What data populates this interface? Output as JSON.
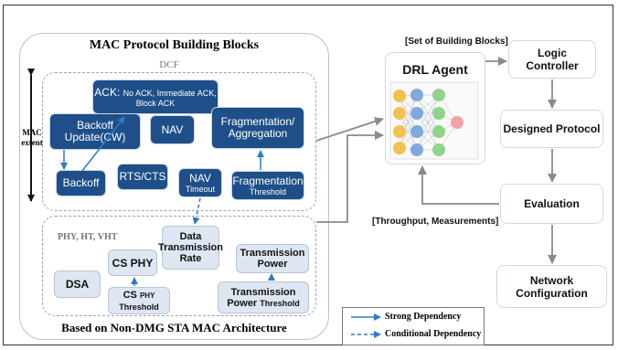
{
  "mac": {
    "title": "MAC Protocol Building Blocks",
    "dcf_label": "DCF",
    "phy_label": "PHY, HT, VHT",
    "extent_label_1": "MAC",
    "extent_label_2": "extent",
    "footer": "Based on Non-DMG STA MAC Architecture",
    "blocks": {
      "ack": {
        "main": "ACK:",
        "detail": "No ACK, Immediate ACK,",
        "detail2": "Block ACK"
      },
      "backoff_update": {
        "line1": "Backoff",
        "line2": "Update(CW)"
      },
      "nav": "NAV",
      "fragmentation": {
        "line1": "Fragmentation/",
        "line2": "Aggregation"
      },
      "backoff": "Backoff",
      "rts_cts": "RTS/CTS",
      "nav_timeout": {
        "main": "NAV",
        "sub": "Timeout"
      },
      "frag_threshold": {
        "main": "Fragmentation",
        "sub": "Threshold"
      },
      "data_rate": {
        "line1": "Data",
        "line2": "Transmission",
        "line3": "Rate"
      },
      "tx_power": {
        "line1": "Transmission",
        "line2": "Power"
      },
      "cs_phy": "CS PHY",
      "dsa": "DSA",
      "cs_phy_threshold": {
        "main": "CS",
        "sub": "PHY",
        "line2": "Threshold"
      },
      "tx_power_threshold": {
        "line1": "Transmission",
        "line2": "Power",
        "sub": "Threshold"
      }
    }
  },
  "right": {
    "drl_agent": "DRL Agent",
    "set_label": "[Set of Building Blocks]",
    "logic_controller": {
      "line1": "Logic",
      "line2": "Controller"
    },
    "designed_protocol": "Designed Protocol",
    "evaluation": "Evaluation",
    "feedback_label": "[Throughput, Measurements]",
    "network_config": {
      "line1": "Network",
      "line2": "Configuration"
    }
  },
  "legend": {
    "strong": "Strong Dependency",
    "conditional": "Conditional Dependency"
  },
  "colors": {
    "dark_block": "#1e4f88",
    "light_block": "#dde6f1",
    "arrow": "#2e7bc4",
    "flow_arrow": "#8a8a8a"
  }
}
